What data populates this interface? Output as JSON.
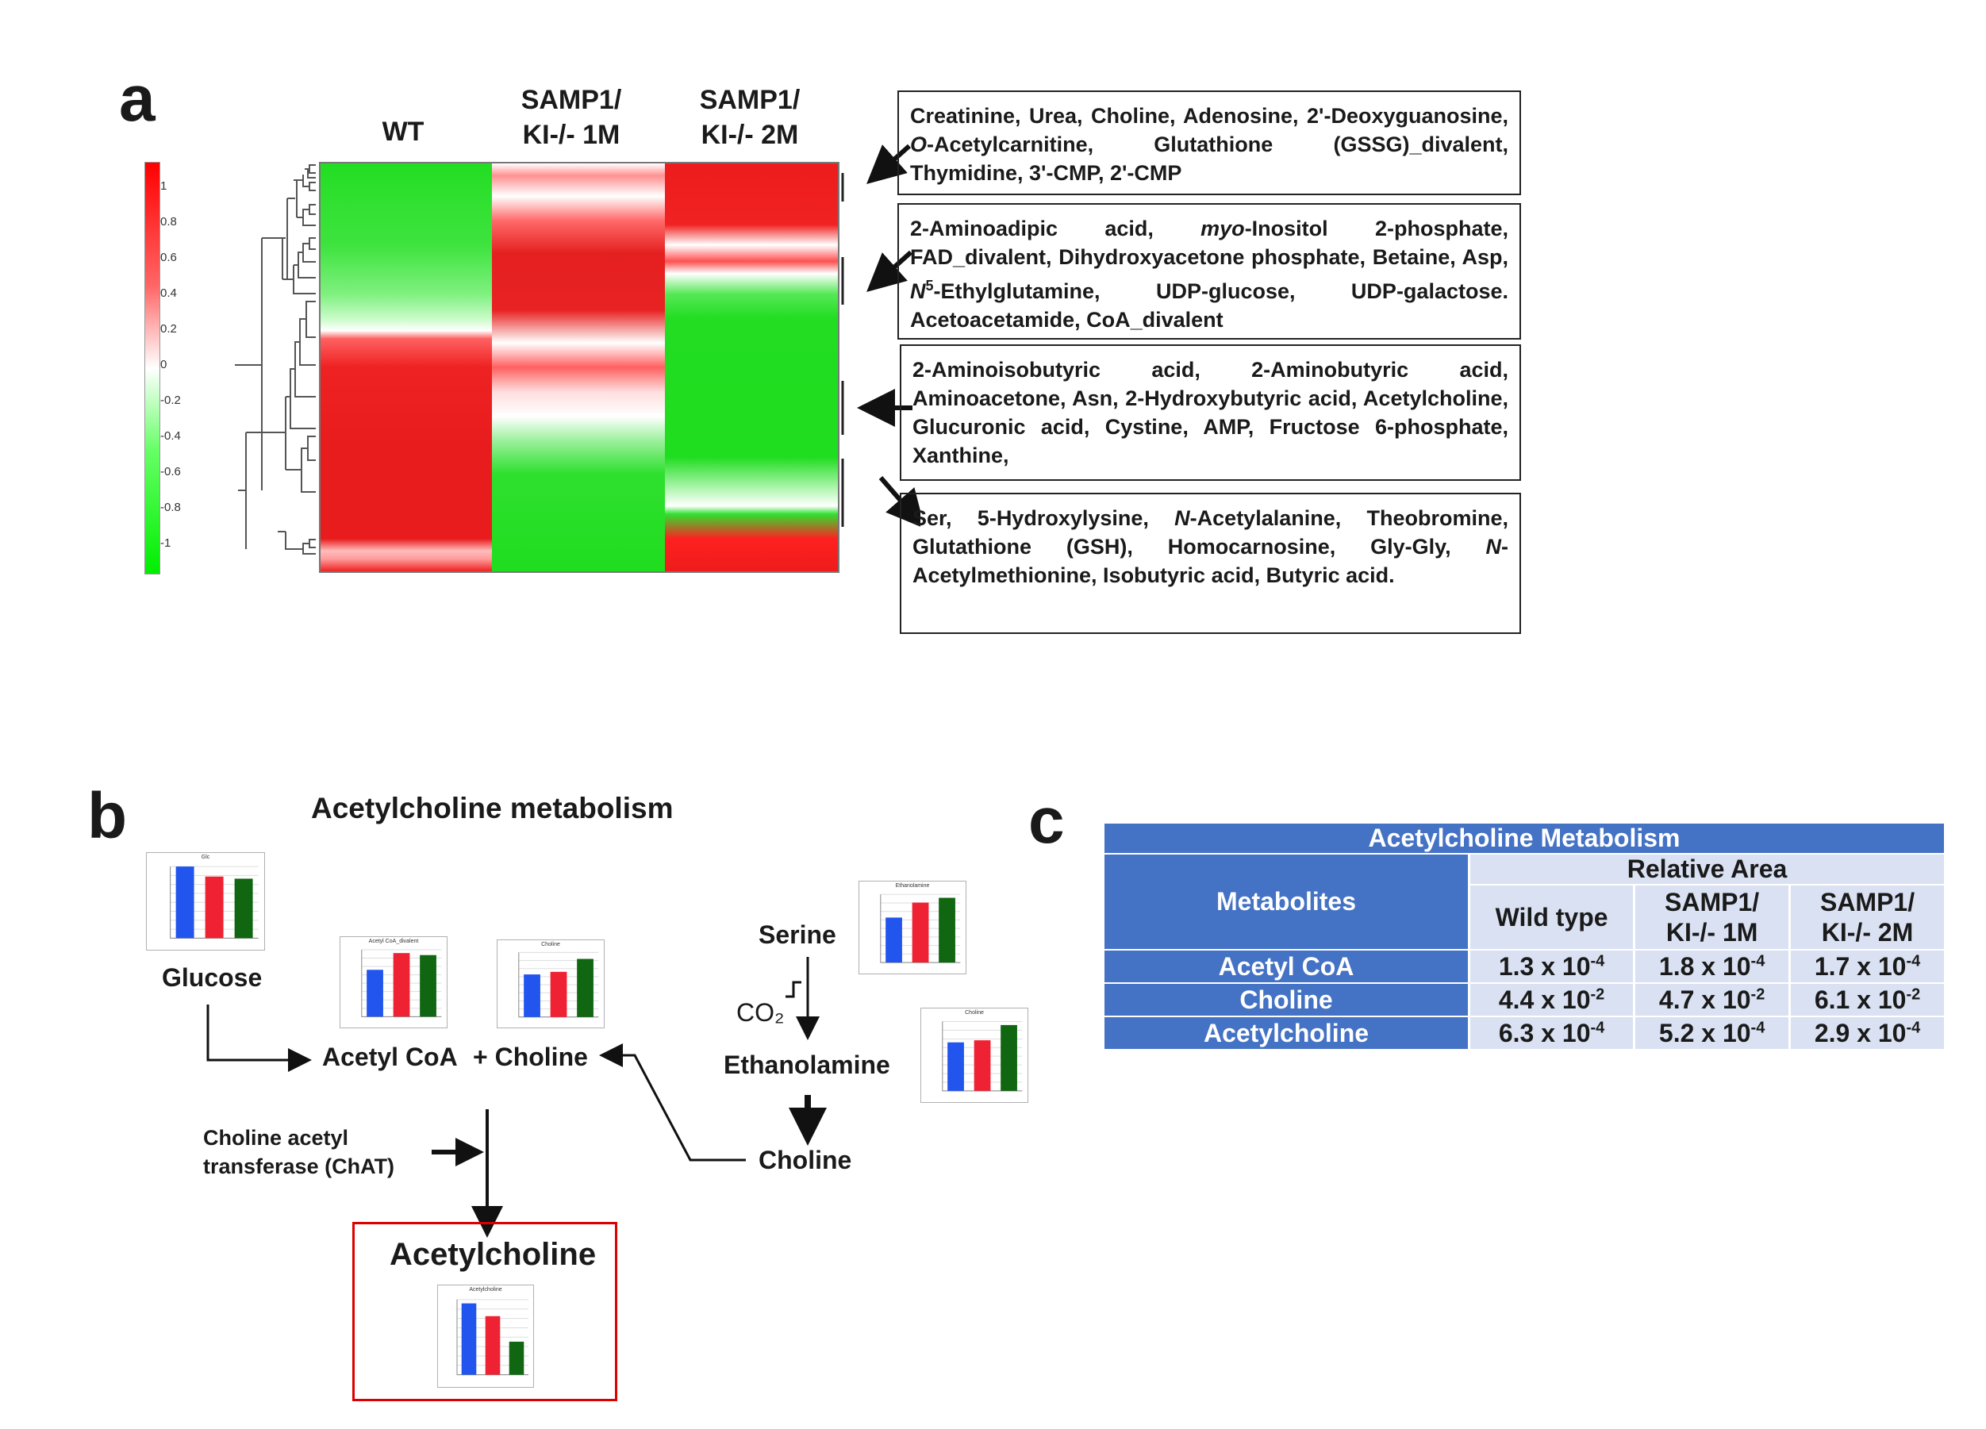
{
  "panel_a": {
    "letter": "a",
    "columns": [
      "WT",
      "SAMP1/",
      "KI-/- 1M",
      "SAMP1/",
      "KI-/- 2M"
    ],
    "colorbar_ticks": [
      "1",
      "0.8",
      "0.6",
      "0.4",
      "0.2",
      "0",
      "-0.2",
      "-0.4",
      "-0.6",
      "-0.8",
      "-1"
    ],
    "colors": {
      "high": "#ff0000",
      "mid": "#ffffff",
      "low": "#00ee00"
    },
    "boxes": [
      {
        "line1": "Creatinine, Urea, Choline, Adenosine, 2'-Deoxyguanosine,",
        "line1_it": "O",
        "line1_rest": "-Acetylcarnitine, Glutathione (GSSG)_divalent, Thymidine, 3'-CMP, 2'-CMP"
      },
      {
        "t1": "2-Aminoadipic acid, ",
        "t1_it": "myo",
        "t2": "-Inositol 2-phosphate, FAD_divalent, Dihydroxyacetone phosphate, Betaine, Asp, ",
        "t2_it": "N",
        "t2_sup": "5",
        "t3": "-Ethylglutamine, UDP-glucose, UDP-galactose. Acetoacetamide, CoA_divalent"
      },
      {
        "text": "2-Aminoisobutyric acid, 2-Aminobutyric acid, Aminoacetone, Asn, 2-Hydroxybutyric acid, Acetylcholine, Glucuronic acid, Cystine, AMP, Fructose 6-phosphate, Xanthine,"
      },
      {
        "t1": "Ser, 5-Hydroxylysine, ",
        "t1_it": "N",
        "t2": "-Acetylalanine, Theobromine, Glutathione (GSH), Homocarnosine, Gly-Gly, ",
        "t2_it": "N",
        "t3": "-Acetylmethionine, Isobutyric acid, Butyric acid."
      }
    ]
  },
  "panel_b": {
    "letter": "b",
    "title": "Acetylcholine metabolism",
    "nodes": {
      "glucose": "Glucose",
      "acetyl_coa": "Acetyl CoA",
      "plus_choline": "+ Choline",
      "serine": "Serine",
      "co2": "CO₂",
      "ethanolamine": "Ethanolamine",
      "choline": "Choline",
      "enzyme_line1": "Choline acetyl",
      "enzyme_line2": "transferase (ChAT)",
      "product": "Acetylcholine"
    },
    "mini_charts": {
      "glucose": {
        "title": "Glc",
        "values": [
          1.0,
          0.86,
          0.83
        ]
      },
      "acetyl_coa": {
        "title": "Acetyl CoA_divalent",
        "values": [
          0.7,
          0.95,
          0.92
        ]
      },
      "choline": {
        "title": "Choline",
        "values": [
          0.66,
          0.7,
          0.9
        ]
      },
      "ethanolamine": {
        "title": "Ethanolamine",
        "values": [
          0.66,
          0.88,
          0.95
        ]
      },
      "choline2": {
        "title": "Choline",
        "values": [
          0.7,
          0.73,
          0.95
        ]
      },
      "acetylcholine": {
        "title": "Acetylcholine",
        "values": [
          0.95,
          0.78,
          0.44
        ]
      }
    },
    "bar_colors": [
      "#2255ee",
      "#ee2233",
      "#116611"
    ],
    "highlight_color": "#dd0000"
  },
  "panel_c": {
    "letter": "c",
    "title": "Acetylcholine Metabolism",
    "header_metabolites": "Metabolites",
    "header_relative_area": "Relative Area",
    "col1": "Wild type",
    "col2_l1": "SAMP1/",
    "col2_l2": "KI-/- 1M",
    "col3_l1": "SAMP1/",
    "col3_l2": "KI-/- 2M",
    "rows": [
      {
        "name": "Acetyl CoA",
        "v1": "1.3 x 10",
        "e1": "-4",
        "v2": "1.8 x 10",
        "e2": "-4",
        "v3": "1.7 x 10",
        "e3": "-4"
      },
      {
        "name": "Choline",
        "v1": "4.4 x 10",
        "e1": "-2",
        "v2": "4.7 x 10",
        "e2": "-2",
        "v3": "6.1 x 10",
        "e3": "-2"
      },
      {
        "name": "Acetylcholine",
        "v1": "6.3 x 10",
        "e1": "-4",
        "v2": "5.2 x 10",
        "e2": "-4",
        "v3": "2.9 x 10",
        "e3": "-4"
      }
    ],
    "colors": {
      "header": "#4472c4",
      "cell": "#d9e1f2"
    }
  }
}
